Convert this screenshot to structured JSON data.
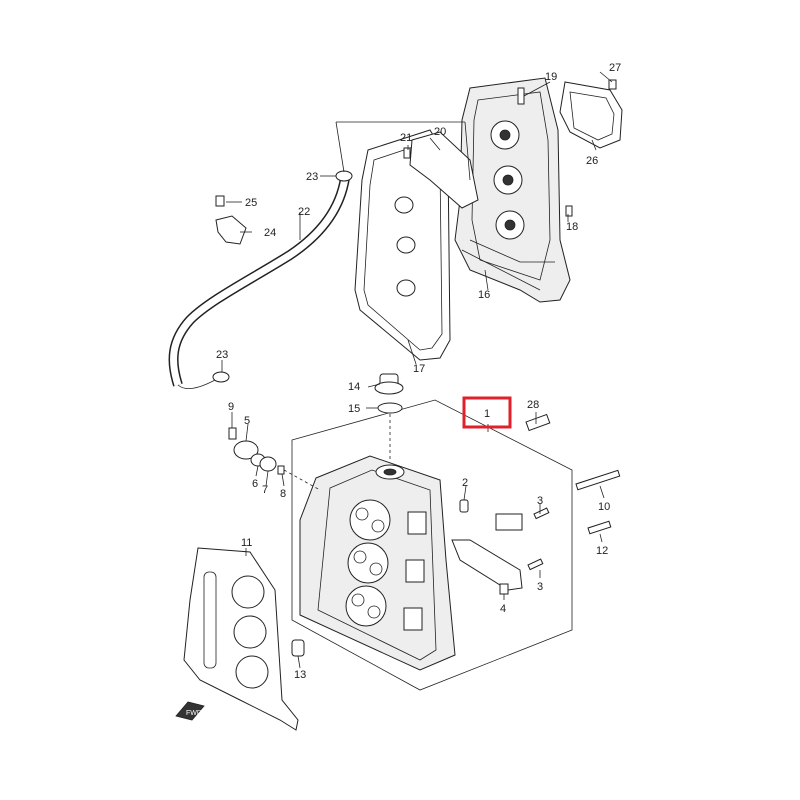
{
  "callouts": [
    {
      "id": "1",
      "text": "1"
    },
    {
      "id": "2",
      "text": "2"
    },
    {
      "id": "3a",
      "text": "3"
    },
    {
      "id": "3b",
      "text": "3"
    },
    {
      "id": "4",
      "text": "4"
    },
    {
      "id": "5",
      "text": "5"
    },
    {
      "id": "6",
      "text": "6"
    },
    {
      "id": "7",
      "text": "7"
    },
    {
      "id": "8",
      "text": "8"
    },
    {
      "id": "9",
      "text": "9"
    },
    {
      "id": "10",
      "text": "10"
    },
    {
      "id": "11",
      "text": "11"
    },
    {
      "id": "12",
      "text": "12"
    },
    {
      "id": "13",
      "text": "13"
    },
    {
      "id": "14",
      "text": "14"
    },
    {
      "id": "15",
      "text": "15"
    },
    {
      "id": "16",
      "text": "16"
    },
    {
      "id": "17",
      "text": "17"
    },
    {
      "id": "18",
      "text": "18"
    },
    {
      "id": "19",
      "text": "19"
    },
    {
      "id": "20",
      "text": "20"
    },
    {
      "id": "21",
      "text": "21"
    },
    {
      "id": "22",
      "text": "22"
    },
    {
      "id": "23a",
      "text": "23"
    },
    {
      "id": "23b",
      "text": "23"
    },
    {
      "id": "24",
      "text": "24"
    },
    {
      "id": "25",
      "text": "25"
    },
    {
      "id": "26",
      "text": "26"
    },
    {
      "id": "27",
      "text": "27"
    },
    {
      "id": "28",
      "text": "28"
    }
  ],
  "highlight": {
    "callout": "1",
    "color": "#e0202a"
  },
  "fwd_marker": {
    "text": "FWD"
  }
}
